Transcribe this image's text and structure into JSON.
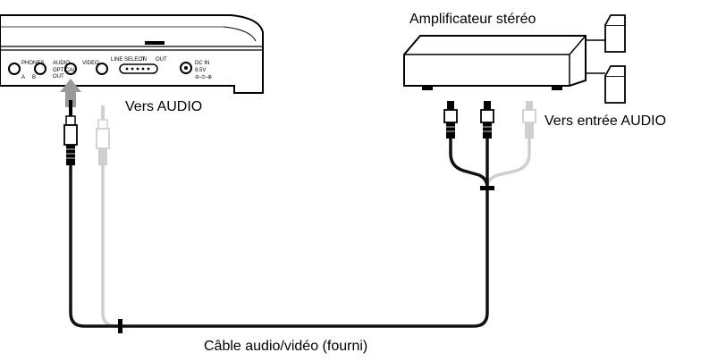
{
  "labels": {
    "amplifier": "Amplificateur stéréo",
    "to_audio": "Vers AUDIO",
    "to_audio_input": "Vers entrée AUDIO",
    "cable": "Câble audio/vidéo (fourni)"
  },
  "player_panel": {
    "phones": "PHONES",
    "phones_a": "A",
    "phones_b": "B",
    "audio": "AUDIO",
    "optical": "OPTICAL",
    "out": "OUT",
    "video": "VIDEO",
    "line_select": "LINE SELECT",
    "in": "IN",
    "out_switch": "OUT",
    "dc_in": "DC IN",
    "voltage": "9.5V"
  },
  "colors": {
    "stroke": "#000000",
    "cable_black": "#111111",
    "cable_grey": "#cfcfcf",
    "arrow_grey": "#9a9a9a"
  }
}
